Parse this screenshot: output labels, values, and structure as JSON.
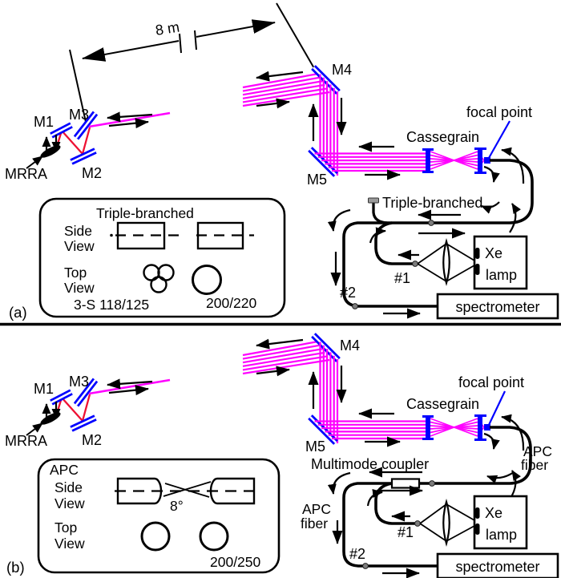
{
  "figure": {
    "description_labels": {
      "panel_a_tag": "(a)",
      "panel_b_tag": "(b)"
    }
  },
  "panel_a": {
    "label": "(a)",
    "dimension": "8 m",
    "m1": "M1",
    "m2": "M2",
    "m3": "M3",
    "m4": "M4",
    "m5": "M5",
    "mrra": "MRRA",
    "cassegrain": "Cassegrain",
    "focal_point": "focal point",
    "fiber_name": "Triple-branched",
    "branch_1": "#1",
    "branch_2": "#2",
    "lamp_line1": "Xe",
    "lamp_line2": "lamp",
    "spectrometer": "spectrometer",
    "inset": {
      "title": "Triple-branched",
      "side1": "Side",
      "side2": "View",
      "top1": "Top",
      "top2": "View",
      "fiber_spec_left": "3-S 118/125",
      "fiber_spec_right": "200/220"
    }
  },
  "panel_b": {
    "label": "(b)",
    "m1": "M1",
    "m2": "M2",
    "m3": "M3",
    "m4": "M4",
    "m5": "M5",
    "mrra": "MRRA",
    "cassegrain": "Cassegrain",
    "focal_point": "focal point",
    "coupler": "Multimode coupler",
    "apc_right1": "APC",
    "apc_right2": "fiber",
    "apc_left1": "APC",
    "apc_left2": "fiber",
    "branch_1": "#1",
    "branch_2": "#2",
    "lamp_line1": "Xe",
    "lamp_line2": "lamp",
    "spectrometer": "spectrometer",
    "inset": {
      "title": "APC",
      "side1": "Side",
      "side2": "View",
      "top1": "Top",
      "top2": "View",
      "angle": "8°",
      "fiber_spec_right": "200/250"
    }
  },
  "colors": {
    "beam_magenta": "#ff00ff",
    "mirror_blue": "#0000ff",
    "alignment_red": "#ee1133",
    "fiber_black": "#000000",
    "connector_gray": "#7d7d7d",
    "background": "#ffffff"
  }
}
